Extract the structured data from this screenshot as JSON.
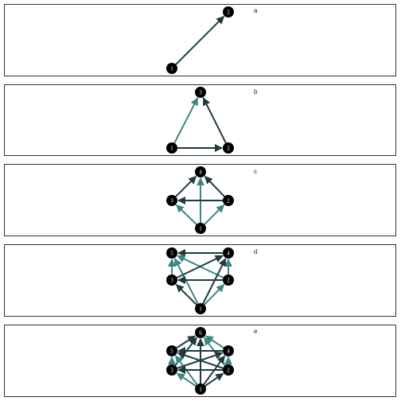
{
  "colors": {
    "dark_edge": "#1f3b3b",
    "teal_edge": "#3d8584",
    "node": "#000000",
    "border": "#333333"
  },
  "panels": [
    {
      "letter": "a",
      "nodes": [
        "1",
        "2"
      ],
      "edges": [
        {
          "from": "1",
          "to": "2",
          "style": "dark"
        }
      ]
    },
    {
      "letter": "b",
      "nodes": [
        "1",
        "2",
        "3"
      ],
      "edges": [
        {
          "from": "1",
          "to": "3",
          "style": "teal"
        },
        {
          "from": "2",
          "to": "3",
          "style": "dark"
        },
        {
          "from": "1",
          "to": "2",
          "style": "dark"
        }
      ]
    },
    {
      "letter": "c",
      "nodes": [
        "1",
        "2",
        "3",
        "4"
      ],
      "edges": [
        {
          "from": "1",
          "to": "4",
          "style": "teal"
        },
        {
          "from": "1",
          "to": "2",
          "style": "teal"
        },
        {
          "from": "1",
          "to": "3",
          "style": "teal"
        },
        {
          "from": "3",
          "to": "4",
          "style": "dark"
        },
        {
          "from": "2",
          "to": "4",
          "style": "dark"
        },
        {
          "from": "2",
          "to": "3",
          "style": "dark"
        }
      ]
    },
    {
      "letter": "d",
      "nodes": [
        "1",
        "2",
        "3",
        "4",
        "5"
      ],
      "edges": [
        {
          "from": "4",
          "to": "5",
          "style": "dark"
        },
        {
          "from": "3",
          "to": "5",
          "style": "teal"
        },
        {
          "from": "2",
          "to": "5",
          "style": "teal"
        },
        {
          "from": "1",
          "to": "5",
          "style": "teal"
        },
        {
          "from": "3",
          "to": "4",
          "style": "dark"
        },
        {
          "from": "2",
          "to": "4",
          "style": "teal"
        },
        {
          "from": "1",
          "to": "4",
          "style": "dark"
        },
        {
          "from": "2",
          "to": "3",
          "style": "dark"
        },
        {
          "from": "1",
          "to": "3",
          "style": "dark"
        },
        {
          "from": "1",
          "to": "2",
          "style": "teal"
        }
      ]
    },
    {
      "letter": "e",
      "nodes": [
        "1",
        "2",
        "3",
        "4",
        "5",
        "6"
      ],
      "edges": [
        {
          "from": "5",
          "to": "6",
          "style": "dark"
        },
        {
          "from": "4",
          "to": "6",
          "style": "teal"
        },
        {
          "from": "3",
          "to": "6",
          "style": "dark"
        },
        {
          "from": "2",
          "to": "6",
          "style": "teal"
        },
        {
          "from": "1",
          "to": "6",
          "style": "dark"
        },
        {
          "from": "4",
          "to": "5",
          "style": "dark"
        },
        {
          "from": "3",
          "to": "5",
          "style": "teal"
        },
        {
          "from": "2",
          "to": "5",
          "style": "dark"
        },
        {
          "from": "1",
          "to": "5",
          "style": "teal"
        },
        {
          "from": "3",
          "to": "4",
          "style": "dark"
        },
        {
          "from": "2",
          "to": "4",
          "style": "teal"
        },
        {
          "from": "1",
          "to": "4",
          "style": "dark"
        },
        {
          "from": "2",
          "to": "3",
          "style": "dark"
        },
        {
          "from": "1",
          "to": "3",
          "style": "teal"
        },
        {
          "from": "1",
          "to": "2",
          "style": "dark"
        }
      ]
    }
  ]
}
